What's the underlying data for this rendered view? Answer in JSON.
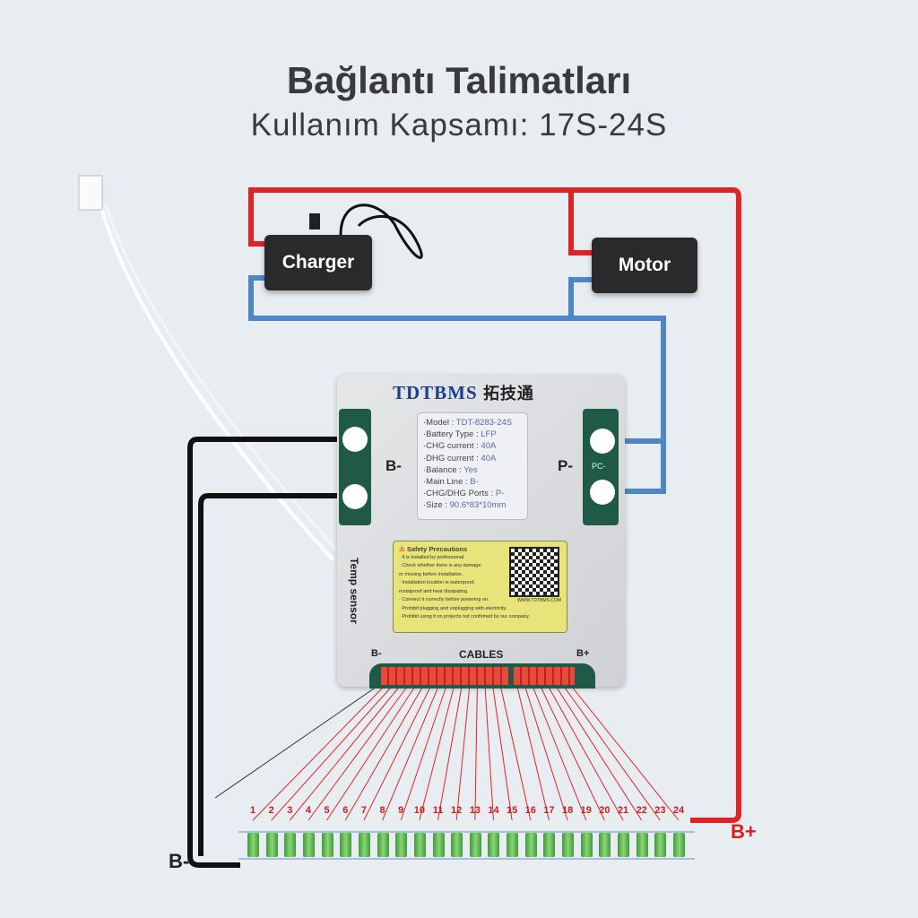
{
  "title": "Bağlantı Talimatları",
  "subtitle": "Kullanım Kapsamı: 17S-24S",
  "devices": {
    "charger": "Charger",
    "motor": "Motor"
  },
  "bms": {
    "brand": "TDTBMS",
    "brand_cn": "拓技通",
    "port_left": "B-",
    "port_right": "P-",
    "pcb_label": "PC-",
    "specs": [
      {
        "k": "·Model : ",
        "v": "TDT-8283-24S"
      },
      {
        "k": "·Battery Type : ",
        "v": "LFP"
      },
      {
        "k": "·CHG current : ",
        "v": "40A"
      },
      {
        "k": "·DHG current : ",
        "v": "40A"
      },
      {
        "k": "·Balance : ",
        "v": "Yes"
      },
      {
        "k": "·Main Line : ",
        "v": "B-"
      },
      {
        "k": "·CHG/DHG Ports : ",
        "v": "P-"
      },
      {
        "k": "·Size : ",
        "v": "90.6*83*10mm"
      }
    ],
    "safety_title": "Safety Precautions",
    "safety_items": [
      "· It is installed by professional.",
      "· Check whether there is any damage",
      "  or missing before installation.",
      "· Installation location is waterproof,",
      "  moistproof and heat dissipating.",
      "· Connect it correctly before powering on.",
      "· Prohibit plugging and unplugging with electricity.",
      "· Prohibit using it on projects not confirmed by our company."
    ],
    "website": "WWW.TDTBMS.COM",
    "temp_sensor": "Temp sensor",
    "cables": "CABLES",
    "cable_left": "B-",
    "cable_right": "B+"
  },
  "battery": {
    "cells": [
      "1",
      "2",
      "3",
      "4",
      "5",
      "6",
      "7",
      "8",
      "9",
      "10",
      "11",
      "12",
      "13",
      "14",
      "15",
      "16",
      "17",
      "18",
      "19",
      "20",
      "21",
      "22",
      "23",
      "24"
    ],
    "neg_label": "B-",
    "pos_label": "B+"
  },
  "colors": {
    "positive": "#e02424",
    "negative": "#111111",
    "load": "#4f86c6",
    "cell": "#5cb84a"
  }
}
